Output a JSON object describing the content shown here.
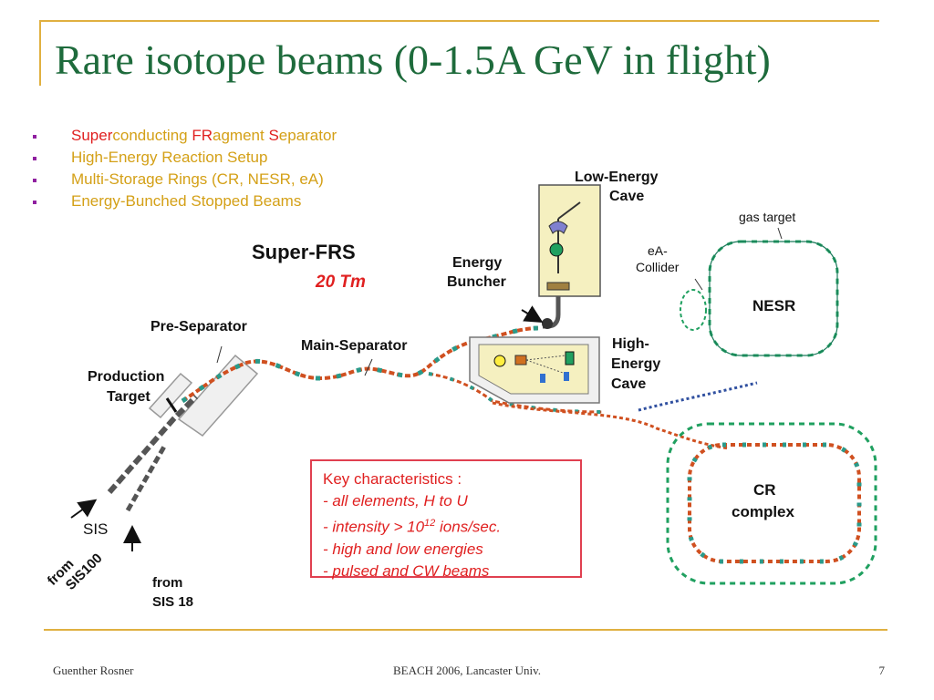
{
  "slide": {
    "title": "Rare isotope beams (0-1.5A GeV in flight)",
    "bullets": [
      {
        "parts": [
          {
            "text": "Super",
            "color": "red"
          },
          {
            "text": "conducting ",
            "color": "gold"
          },
          {
            "text": "FR",
            "color": "red"
          },
          {
            "text": "agment ",
            "color": "gold"
          },
          {
            "text": "S",
            "color": "red"
          },
          {
            "text": "eparator",
            "color": "gold"
          }
        ]
      },
      {
        "text": "High-Energy Reaction Setup"
      },
      {
        "text": "Multi-Storage Rings (CR, NESR, eA)"
      },
      {
        "text": "Energy-Bunched Stopped Beams"
      }
    ]
  },
  "diagram": {
    "super_frs": "Super-FRS",
    "rigidity": "20 Tm",
    "pre_separator": "Pre-Separator",
    "main_separator": "Main-Separator",
    "production_target_1": "Production",
    "production_target_2": "Target",
    "energy_buncher_1": "Energy",
    "energy_buncher_2": "Buncher",
    "low_energy_cave_1": "Low-Energy",
    "low_energy_cave_2": "Cave",
    "high_energy_cave_1": "High-",
    "high_energy_cave_2": "Energy",
    "high_energy_cave_3": "Cave",
    "gas_target": "gas target",
    "ea_collider_1": "eA-",
    "ea_collider_2": "Collider",
    "nesr": "NESR",
    "cr_1": "CR",
    "cr_2": "complex",
    "sis": "SIS",
    "from_sis100_1": "from",
    "from_sis100_2": "SIS100",
    "from_sis18_1": "from",
    "from_sis18_2": "SIS 18"
  },
  "key_box": {
    "heading": "Key characteristics :",
    "line1": "- all elements,  H to U",
    "line2_pre": "- intensity > 10",
    "line2_sup": "12",
    "line2_post": " ions/sec.",
    "line3": "- high and low energies",
    "line4": "- pulsed and CW beams"
  },
  "footer": {
    "author": "Guenther Rosner",
    "event": "BEACH 2006, Lancaster Univ.",
    "page": "7"
  },
  "colors": {
    "title": "#1e6b3c",
    "accent_gold": "#d4a017",
    "accent_red": "#e02020",
    "rule": "#e0b040",
    "beamline_teal": "#2a9a8a",
    "beamline_orange": "#d05020",
    "ring_green": "#20a060",
    "cave_fill": "#f5f0c0"
  }
}
